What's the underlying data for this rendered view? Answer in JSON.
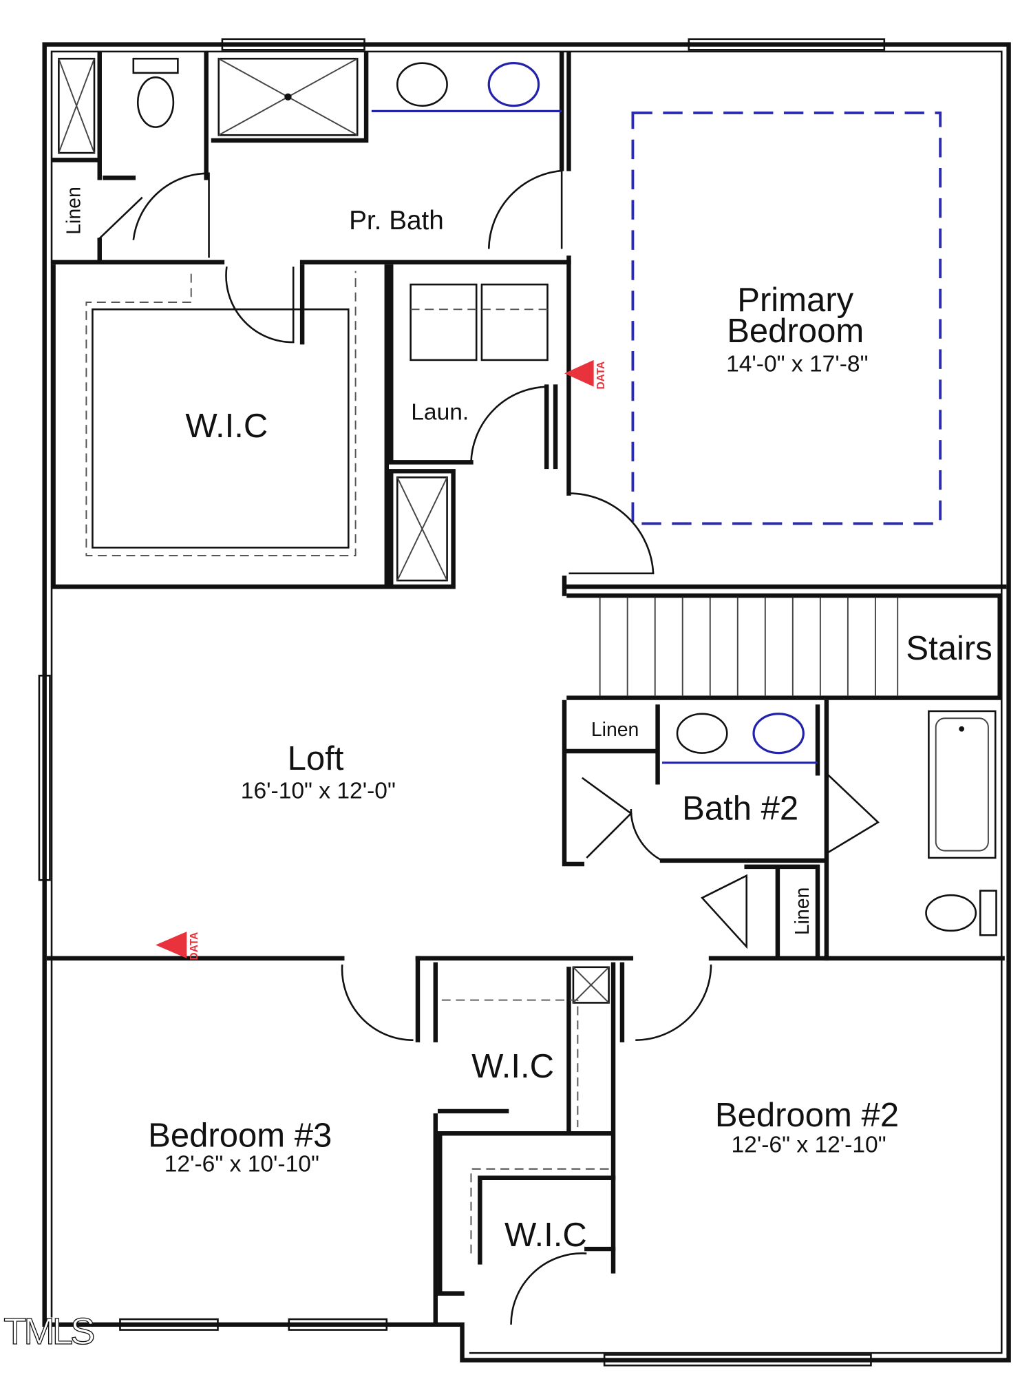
{
  "rooms": {
    "pr_bath": "Pr. Bath",
    "linen_1": "Linen",
    "wic_primary": "W.I.C",
    "laundry": "Laun.",
    "primary_bedroom_line1": "Primary",
    "primary_bedroom_line2": "Bedroom",
    "primary_bedroom_size": "14'-0\" x 17'-8\"",
    "stairs": "Stairs",
    "loft": "Loft",
    "loft_size": "16'-10\" x 12'-0\"",
    "linen_2": "Linen",
    "bath_2": "Bath #2",
    "linen_3": "Linen",
    "wic_middle": "W.I.C",
    "wic_lower": "W.I.C",
    "bedroom_3": "Bedroom #3",
    "bedroom_3_size": "12'-6\" x 10'-10\"",
    "bedroom_2": "Bedroom #2",
    "bedroom_2_size": "12'-6\" x 12'-10\""
  },
  "markers": {
    "data_label_1": "DATA",
    "data_label_2": "DATA"
  },
  "watermark": "TMLS",
  "colors": {
    "wall": "#111111",
    "fixture_accent": "#2222aa",
    "marker": "#e8323c"
  }
}
